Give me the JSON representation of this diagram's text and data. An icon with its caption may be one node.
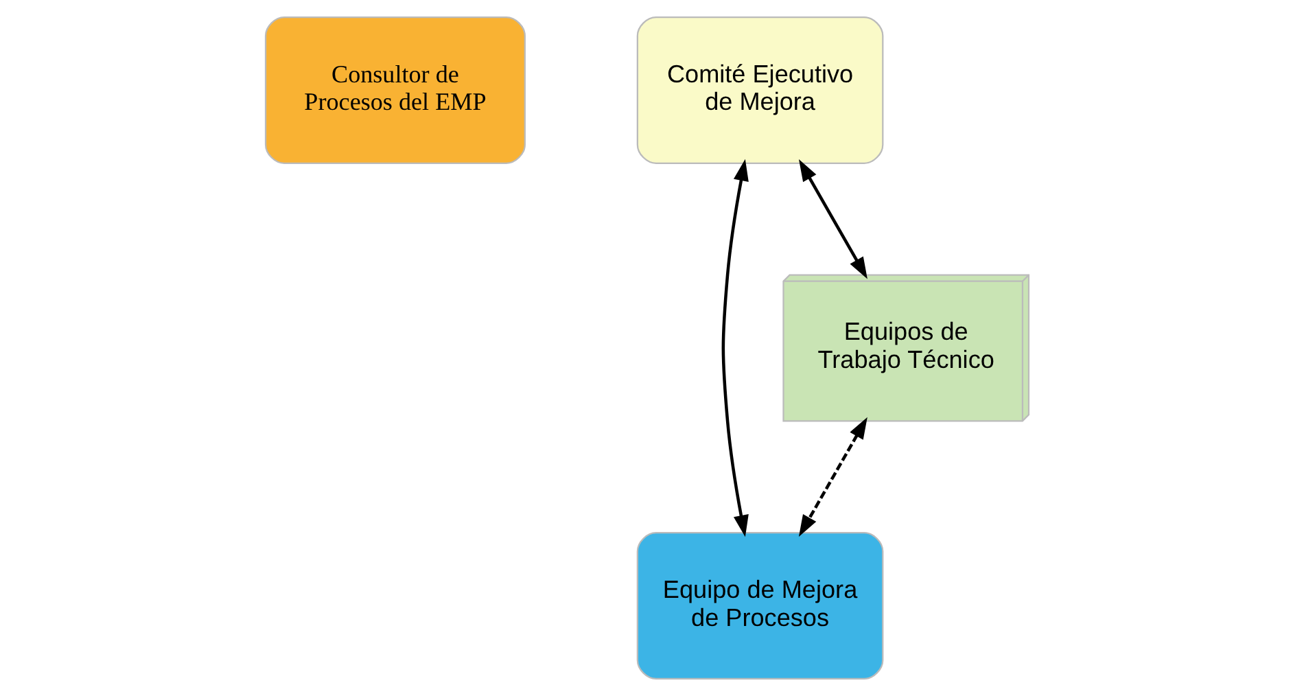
{
  "diagram": {
    "nodes": [
      {
        "text": [
          "Consultor de Procesos del EMP"
        ]
      },
      {
        "text": [
          "Comité Ejecutivo de Mejora"
        ]
      },
      {
        "text": [
          "Equipo de Mejora de Procesos"
        ]
      },
      {
        "text": [
          "Equipos de Trabajo Técnico"
        ]
      }
    ],
    "edges": [
      {
        "from": 1,
        "to": 3,
        "arrow": "both"
      },
      {
        "from": 1,
        "to": 2,
        "arrow": "both"
      },
      {
        "from": 3,
        "to": 2,
        "arrow": "both",
        "style": "dashed"
      }
    ]
  }
}
